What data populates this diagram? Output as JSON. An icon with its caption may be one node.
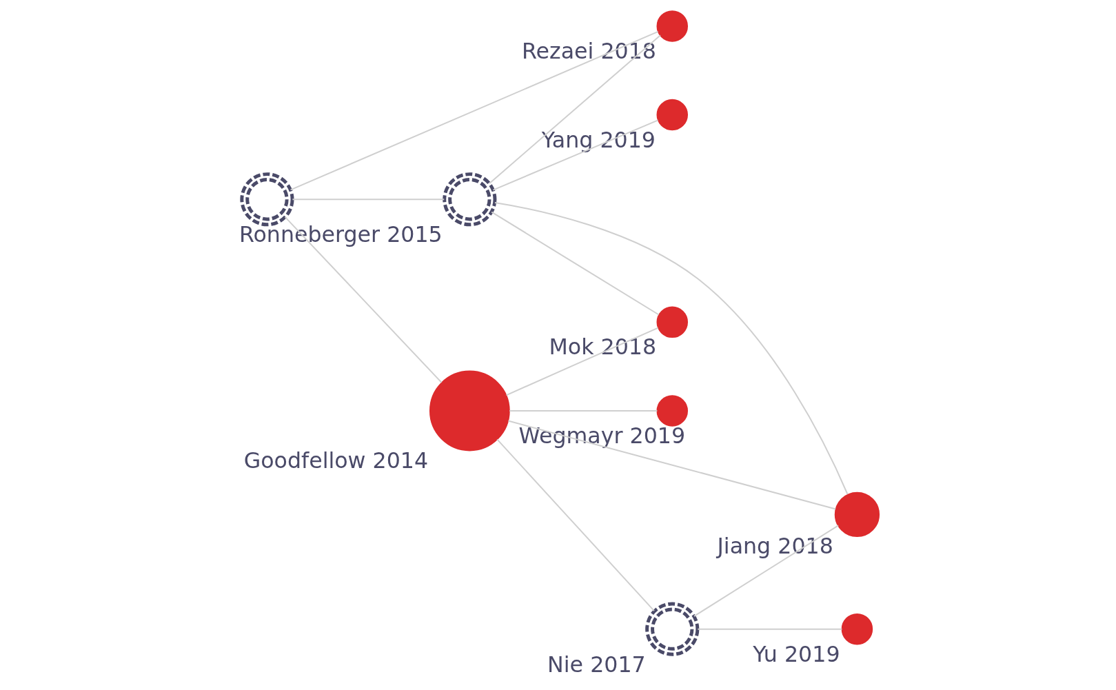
{
  "diagram": {
    "nodes": [
      {
        "text": [
          "Rezaei 2018"
        ]
      },
      {
        "text": [
          "Yang 2019"
        ]
      },
      {
        "text": [
          "Wegmayr 2019"
        ]
      },
      {
        "text": [
          "Mok 2018"
        ]
      },
      {
        "text": [
          "Ronneberger 2015"
        ]
      },
      {
        "text": [],
        "shape": "circle"
      },
      {
        "text": [
          "Nie 2017"
        ]
      },
      {
        "text": [
          "Jiang 2018"
        ]
      },
      {
        "text": [
          "Goodfellow 2014"
        ]
      },
      {
        "text": [
          "Yu 2019"
        ]
      }
    ],
    "edges": [
      {
        "from": 5,
        "to": 0,
        "arrow": "none"
      },
      {
        "from": 5,
        "to": 4,
        "arrow": "none"
      },
      {
        "from": 5,
        "to": 8,
        "arrow": "none"
      },
      {
        "from": 4,
        "to": 0,
        "arrow": "none"
      },
      {
        "from": 4,
        "to": 1,
        "arrow": "none"
      },
      {
        "from": 4,
        "to": 3,
        "arrow": "none"
      },
      {
        "from": 4,
        "to": 7,
        "arrow": "none"
      },
      {
        "from": 6,
        "to": 7,
        "arrow": "none"
      },
      {
        "from": 6,
        "to": 9,
        "arrow": "none"
      },
      {
        "from": 8,
        "to": 6,
        "arrow": "none"
      },
      {
        "from": 8,
        "to": 7,
        "arrow": "none"
      },
      {
        "from": 8,
        "to": 2,
        "arrow": "none"
      },
      {
        "from": 8,
        "to": 3,
        "arrow": "none"
      }
    ]
  }
}
